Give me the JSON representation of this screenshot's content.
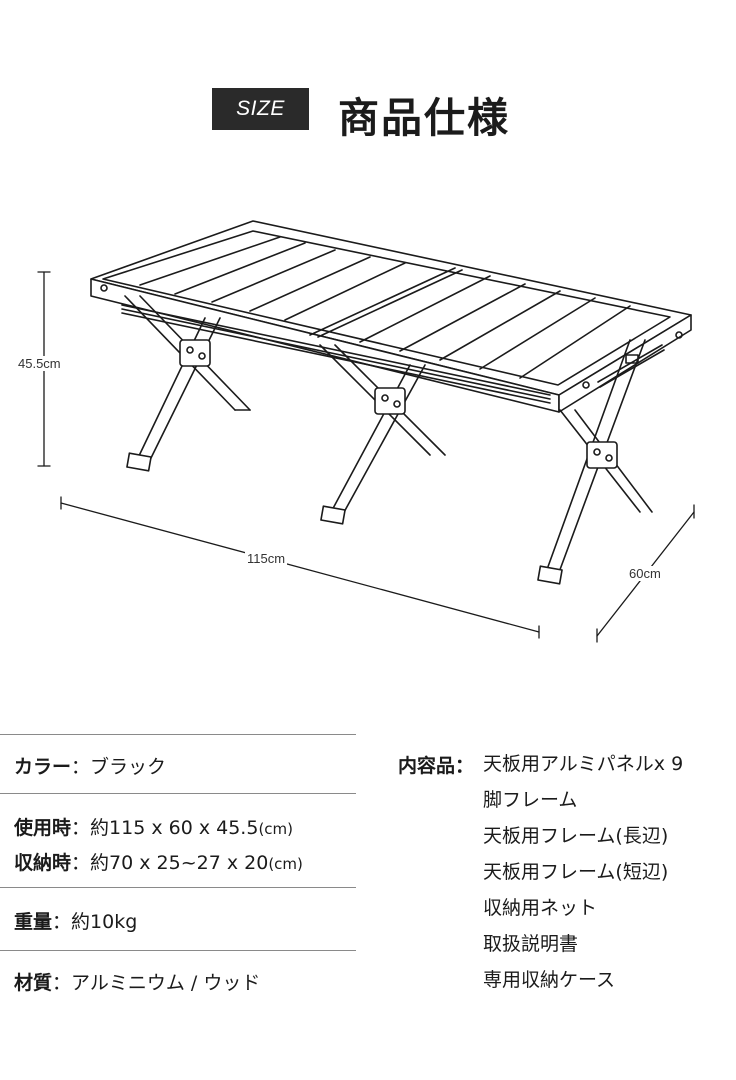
{
  "header": {
    "badge": "SIZE",
    "title": "商品仕様"
  },
  "dimensions": {
    "height": "45.5cm",
    "length": "115cm",
    "depth": "60cm"
  },
  "specs": {
    "color": {
      "key": "カラー",
      "sep": "：",
      "value": "ブラック"
    },
    "in_use": {
      "key": "使用時",
      "sep": "：",
      "value": "約115 x 60 x 45.5",
      "unit": "(cm)"
    },
    "stored": {
      "key": "収納時",
      "sep": "：",
      "value": "約70 x 25~27 x 20",
      "unit": "(cm)"
    },
    "weight": {
      "key": "重量",
      "sep": "：",
      "value": "約10kg"
    },
    "material": {
      "key": "材質",
      "sep": "：",
      "value": "アルミニウム / ウッド"
    }
  },
  "contents": {
    "key": "内容品",
    "sep": "：",
    "items": [
      "天板用アルミパネルx 9",
      "脚フレーム",
      "天板用フレーム(長辺)",
      "天板用フレーム(短辺)",
      "収納用ネット",
      "取扱説明書",
      "専用収納ケース"
    ]
  }
}
